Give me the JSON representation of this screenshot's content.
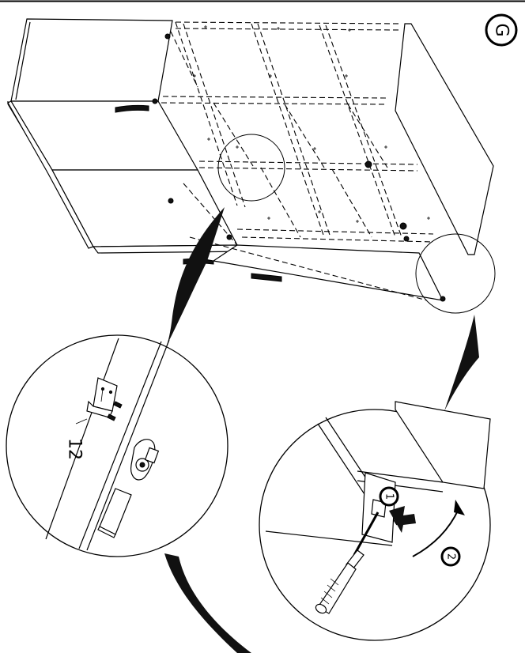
{
  "step": {
    "label": "G"
  },
  "detail_left": {
    "dimension_label": "12"
  },
  "detail_right": {
    "step_1": "1",
    "step_2": "2"
  }
}
